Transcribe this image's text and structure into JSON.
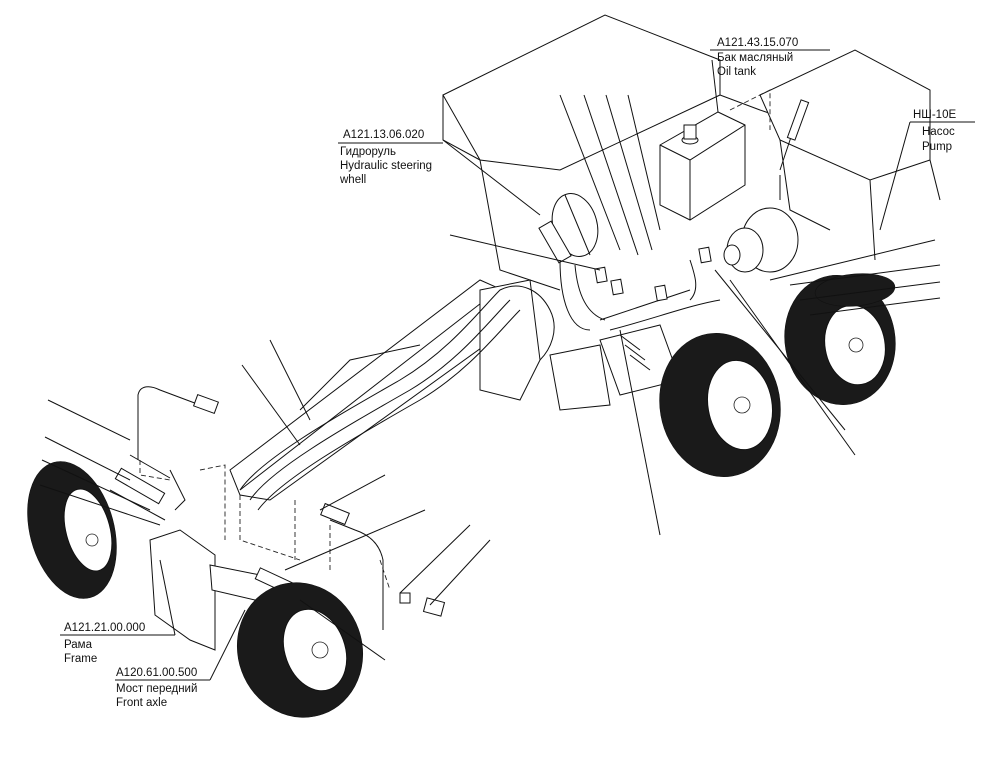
{
  "labels": {
    "steering": {
      "code": "A121.13.06.020",
      "ru": "Гидроруль",
      "en1": "Hydraulic steering",
      "en2": "whell"
    },
    "oil_tank": {
      "code": "A121.43.15.070",
      "ru": "Бак масляный",
      "en": "Oil tank"
    },
    "pump": {
      "code": "НШ-10Е",
      "ru": "Насос",
      "en": "Pump"
    },
    "frame": {
      "code": "A121.21.00.000",
      "ru": "Рама",
      "en": "Frame"
    },
    "front_axle": {
      "code": "A120.61.00.500",
      "ru": "Мост передний",
      "en": "Front axle"
    }
  },
  "icons": {
    "steering_wheel": "steering-wheel-icon",
    "oil_tank": "oil-tank-icon",
    "pump": "pump-icon",
    "wheel": "tire-icon"
  }
}
